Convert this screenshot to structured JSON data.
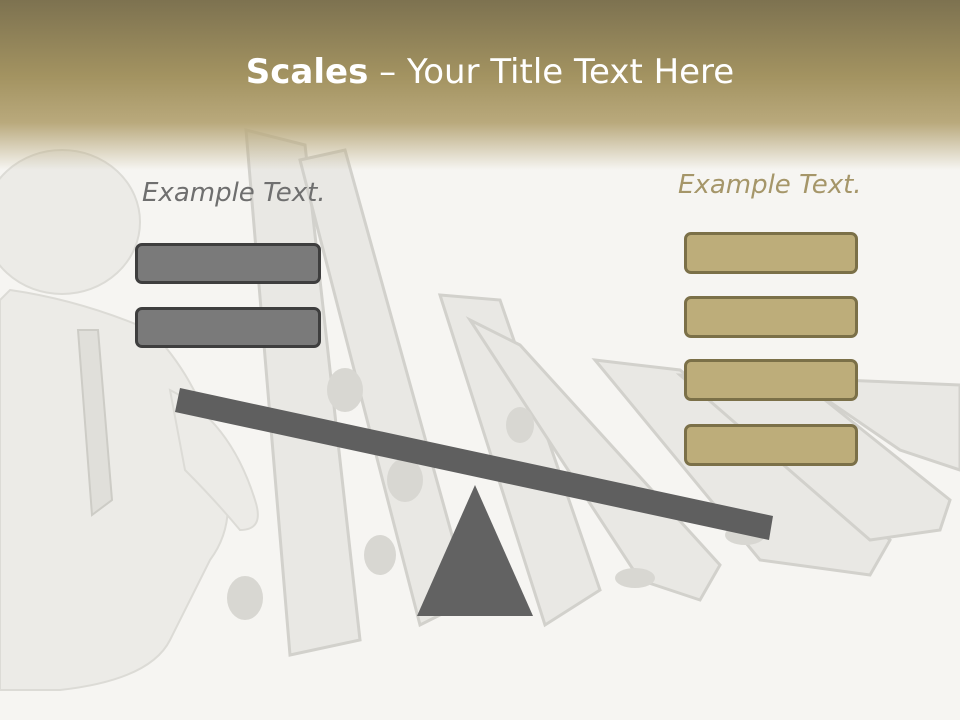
{
  "slide": {
    "title_bold": "Scales",
    "title_rest": " – Your Title Text Here",
    "left_label": "Example Text.",
    "right_label": "Example Text.",
    "left_box_count": 2,
    "right_box_count": 4,
    "colors": {
      "header": "#a39361",
      "gray_box": "#7a7a7a",
      "gold_box": "#bdad7a",
      "beam": "#5f5f5f"
    }
  }
}
